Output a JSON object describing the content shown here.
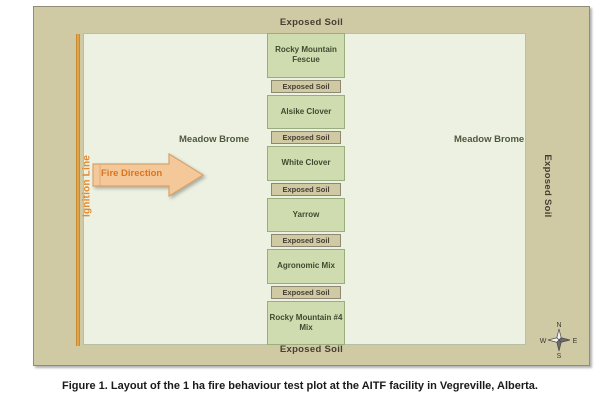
{
  "figure": {
    "caption": "Figure 1. Layout of the 1 ha fire behaviour test plot at the AITF facility in Vegreville, Alberta."
  },
  "frame": {
    "edge_top_label": "Exposed Soil",
    "edge_bottom_label": "Exposed Soil",
    "edge_right_label": "Exposed Soil"
  },
  "field": {
    "left_label": "Meadow Brome",
    "right_label": "Meadow Brome"
  },
  "ignition": {
    "line_label": "Ignition Line"
  },
  "fire_arrow": {
    "label": "Fire Direction"
  },
  "plot_strip": {
    "cells": [
      {
        "kind": "plot",
        "label": "Rocky Mountain Fescue"
      },
      {
        "kind": "soil",
        "label": "Exposed Soil"
      },
      {
        "kind": "plot",
        "label": "Alsike Clover"
      },
      {
        "kind": "soil",
        "label": "Exposed Soil"
      },
      {
        "kind": "plot",
        "label": "White Clover"
      },
      {
        "kind": "soil",
        "label": "Exposed Soil"
      },
      {
        "kind": "plot",
        "label": "Yarrow"
      },
      {
        "kind": "soil",
        "label": "Exposed Soil"
      },
      {
        "kind": "plot",
        "label": "Agronomic Mix"
      },
      {
        "kind": "soil",
        "label": "Exposed Soil"
      },
      {
        "kind": "plot",
        "label": "Rocky Mountain #4 Mix"
      }
    ]
  },
  "compass": {
    "north": "N",
    "east": "E",
    "south": "S",
    "west": "W"
  },
  "colors": {
    "frame_soil": "#cfc9a4",
    "field_meadow": "#edf1e2",
    "plot_green": "#cedcb0",
    "ignition_orange": "#e0a24a",
    "fire_arrow_fill": "#f5c89a",
    "fire_arrow_text": "#d9751f"
  }
}
